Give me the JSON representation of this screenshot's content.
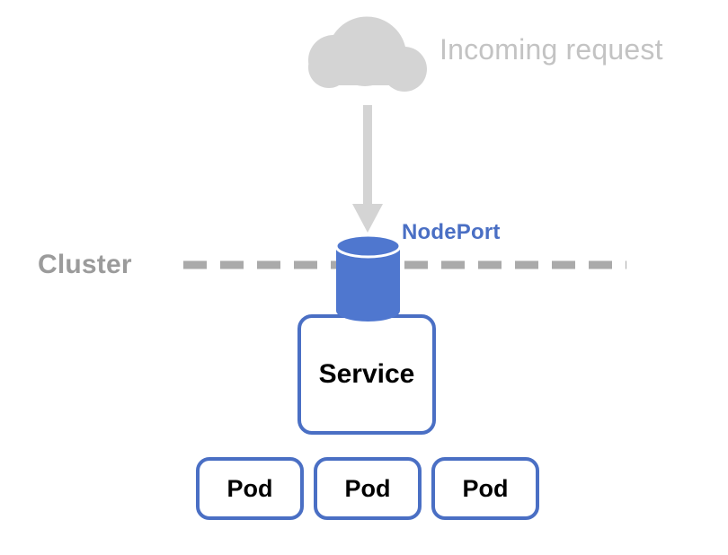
{
  "diagram": {
    "title_text": "Incoming request",
    "cluster_label": "Cluster",
    "nodeport_label": "NodePort",
    "service_label": "Service",
    "pods": [
      {
        "label": "Pod"
      },
      {
        "label": "Pod"
      },
      {
        "label": "Pod"
      }
    ],
    "icons": {
      "cloud": "cloud-icon",
      "arrow": "down-arrow-icon",
      "cylinder": "cylinder-icon",
      "dashed_line": "dashed-boundary-line"
    },
    "colors": {
      "background": "#ffffff",
      "cloud_gray": "#d4d4d4",
      "arrow_gray": "#d4d4d4",
      "dash_gray": "#aaaaaa",
      "cluster_text": "#9b9b9b",
      "incoming_text": "#c3c3c3",
      "accent_blue": "#4a6fc4",
      "cylinder_blue": "#4f77cf",
      "box_border_blue": "#4a6fc4",
      "box_fill": "#ffffff",
      "label_black": "#000000"
    }
  }
}
